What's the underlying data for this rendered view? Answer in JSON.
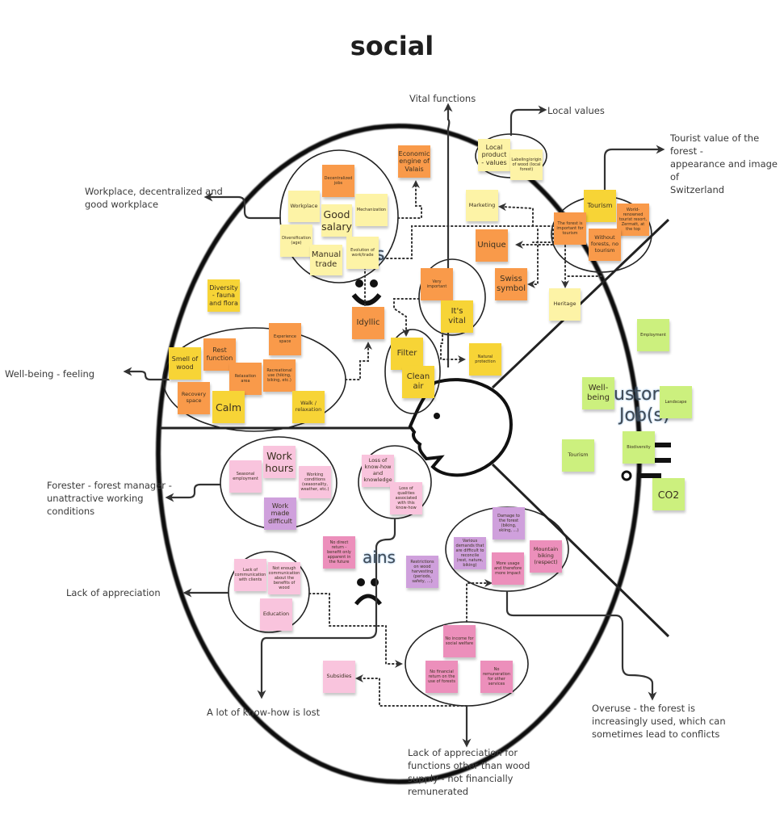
{
  "title": "social",
  "quadrant_headers": {
    "gains_partial": "s",
    "pains_partial": "ains",
    "customer_jobs_line1": "ustor",
    "customer_jobs_line2": "Job(s)"
  },
  "outer_labels": {
    "vital_functions": "Vital functions",
    "local_values": "Local values",
    "tourist_value": [
      "Tourist value of the forest -",
      "appearance and image of",
      "Switzerland"
    ],
    "workplace": [
      "Workplace, decentralized and",
      "good workplace"
    ],
    "well_being": "Well-being - feeling",
    "forester": [
      "Forester - forest manager -",
      "unattractive working",
      "conditions"
    ],
    "lack_of_appreciation": "Lack of appreciation",
    "know_how_lost": "A lot of know-how is lost",
    "lack_functions": [
      "Lack of appreciation for",
      "functions other than wood",
      "supply - not financially",
      "remunerated"
    ],
    "overuse": [
      "Overuse - the forest is",
      "increasingly used, which can",
      "sometimes lead to conflicts"
    ]
  },
  "notes": {
    "workplace_cluster": {
      "decentralized_jobs": "Decentralized jobs",
      "workplace": "Workplace",
      "good_salary": "Good salary",
      "mechanization": "Mechanization",
      "diversification": "Diversification (age)",
      "manual_trade": "Manual trade",
      "evolution": "Evolution of work/trade"
    },
    "economic_engine": "Economic engine of Valais",
    "local_cluster": {
      "local_product": "Local product - values",
      "labeling": "Labeling/origin of wood (local forest)"
    },
    "marketing": "Marketing",
    "unique": "Unique",
    "swiss_symbol": "Swiss symbol",
    "heritage": "Heritage",
    "tourism_cluster": {
      "tourism": "Tourism",
      "forest_important": "The forest is important for tourism",
      "world_renowned": "World-renowned tourist resort, Zermatt, at the top",
      "without_forests": "Without forests, no tourism"
    },
    "diversity": "Diversity - fauna and flora",
    "idyllic": "Idyllic",
    "vital_cluster": {
      "very_important": "Very important",
      "its_vital": "It's vital"
    },
    "air_cluster": {
      "filter": "Filter",
      "clean_air": "Clean air"
    },
    "natural_protection": "Natural protection",
    "wellbeing_cluster": {
      "experience_space": "Experience space",
      "smell_of_wood": "Smell of wood",
      "rest_function": "Rest function",
      "relaxation_area": "Relaxation area",
      "recreational_use": "Recreational use (hiking, biking, etc.)",
      "recovery_space": "Recovery space",
      "calm": "Calm",
      "walk": "Walk / relaxation"
    },
    "jobs": {
      "employment": "Employment",
      "well_being": "Well-being",
      "landscape": "Landscape",
      "tourism": "Tourism",
      "biodiversity": "Biodiversity",
      "co2": "CO2"
    },
    "forester_cluster": {
      "seasonal": "Seasonal employment",
      "work_hours": "Work hours",
      "working_conditions": "Working conditions (seasonality, weather, etc.)",
      "work_difficult": "Work made difficult"
    },
    "knowhow_cluster": {
      "loss_knowhow": "Loss of know-how and knowledge",
      "loss_qualities": "Loss of qualities associated with this know-how"
    },
    "no_direct_return": "No direct return - benefit only apparent in the future",
    "restrictions": "Restrictions on wood harvesting (periods, safety, ...)",
    "appreciation_cluster": {
      "lack_communication": "Lack of communication with clients",
      "not_enough_communication": "Not enough communication about the benefits of wood",
      "education": "Education"
    },
    "overuse_cluster": {
      "damage": "Damage to the forest (biking, skiing, ...)",
      "various_demands": "Various demands that are difficult to reconcile (rest, nature, biking)",
      "more_usage": "More usage and therefore more impact",
      "mountain_biking": "Mountain biking (respect)"
    },
    "finance_cluster": {
      "no_income": "No income for social welfare",
      "no_financial_return": "No financial return on the use of forests",
      "no_remuneration": "No remuneration for other services"
    },
    "subsidies": "Subsidies"
  },
  "colors": {
    "lemon": "#fdf3a6",
    "yellow": "#f7d436",
    "orange": "#f99a4a",
    "pink": "#f9c4dd",
    "magenta": "#ec8fbb",
    "violet": "#cfa0dc",
    "green": "#ccf07e",
    "ink": "#222222"
  }
}
